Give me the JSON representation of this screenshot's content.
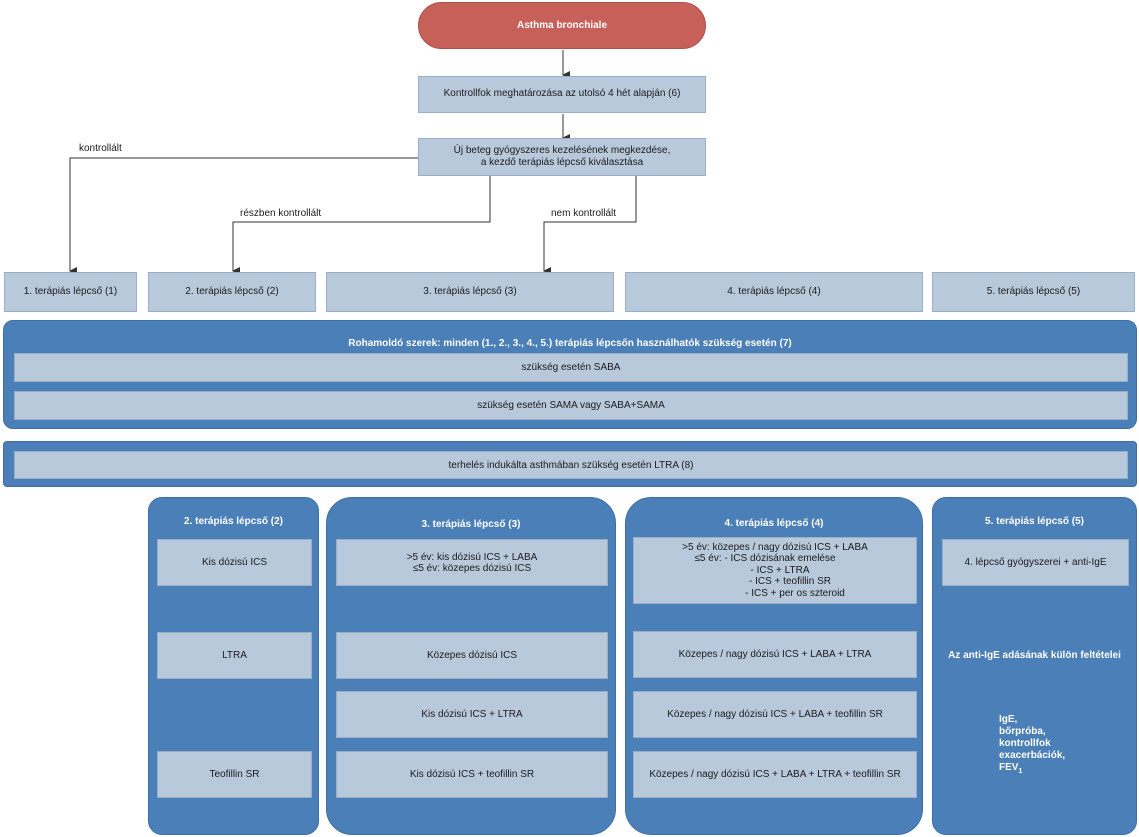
{
  "top": {
    "title": "Asthma bronchiale",
    "control_box": "Kontrollfok meghatározása az utolsó 4 hét alapján (6)",
    "start_line1": "Új beteg gyógyszeres kezelésének megkezdése,",
    "start_line2": "a kezdő terápiás lépcső kiválasztása"
  },
  "branches": {
    "controlled": "kontrollált",
    "partly": "részben kontrollált",
    "uncontrolled": "nem kontrollált"
  },
  "steps": [
    "1. terápiás lépcső (1)",
    "2. terápiás lépcső (2)",
    "3. terápiás lépcső (3)",
    "4. terápiás lépcső (4)",
    "5. terápiás lépcső (5)"
  ],
  "rescue": {
    "title": "Rohamoldó szerek: minden (1., 2., 3., 4., 5.) terápiás lépcsőn használhatók szükség esetén (7)",
    "item1": "szükség esetén SABA",
    "item2": "szükség esetén SAMA vagy SABA+SAMA"
  },
  "ltra_bar": "terhelés indukálta asthmában szükség esetén LTRA (8)",
  "col2": {
    "title": "2. terápiás lépcső (2)",
    "items": [
      "Kis dózisú ICS",
      "LTRA",
      "Teofillin SR"
    ]
  },
  "col3": {
    "title": "3. terápiás lépcső (3)",
    "first_line1": ">5 év: kis dózisú ICS + LABA",
    "first_line2": "≤5 év: közepes dózisú ICS",
    "items": [
      "Közepes dózisú ICS",
      "Kis dózisú ICS + LTRA",
      "Kis dózisú ICS + teofillin SR"
    ]
  },
  "col4": {
    "title": "4. terápiás lépcső (4)",
    "first_lines": [
      ">5 év: közepes / nagy dózisú ICS + LABA",
      "≤5 év:  - ICS dózisának emelése",
      "- ICS + LTRA",
      "- ICS + teofillin SR",
      "- ICS + per os szteroid"
    ],
    "items": [
      "Közepes / nagy dózisú ICS + LABA + LTRA",
      "Közepes / nagy dózisú ICS + LABA + teofillin SR",
      "Közepes / nagy dózisú ICS + LABA + LTRA + teofillin SR"
    ]
  },
  "col5": {
    "title": "5. terápiás lépcső (5)",
    "item": "4. lépcső gyógyszerei + anti-IgE",
    "condition_title": "Az anti-IgE adásának külön feltételei",
    "conditions": [
      "IgE,",
      "bőrpróba,",
      "kontrollfok",
      "exacerbációk,",
      "FEV"
    ],
    "fev_sub": "1"
  },
  "colors": {
    "top_oval": "#c8605a",
    "box": "#b8c9dc",
    "panel": "#4a7fb8"
  }
}
